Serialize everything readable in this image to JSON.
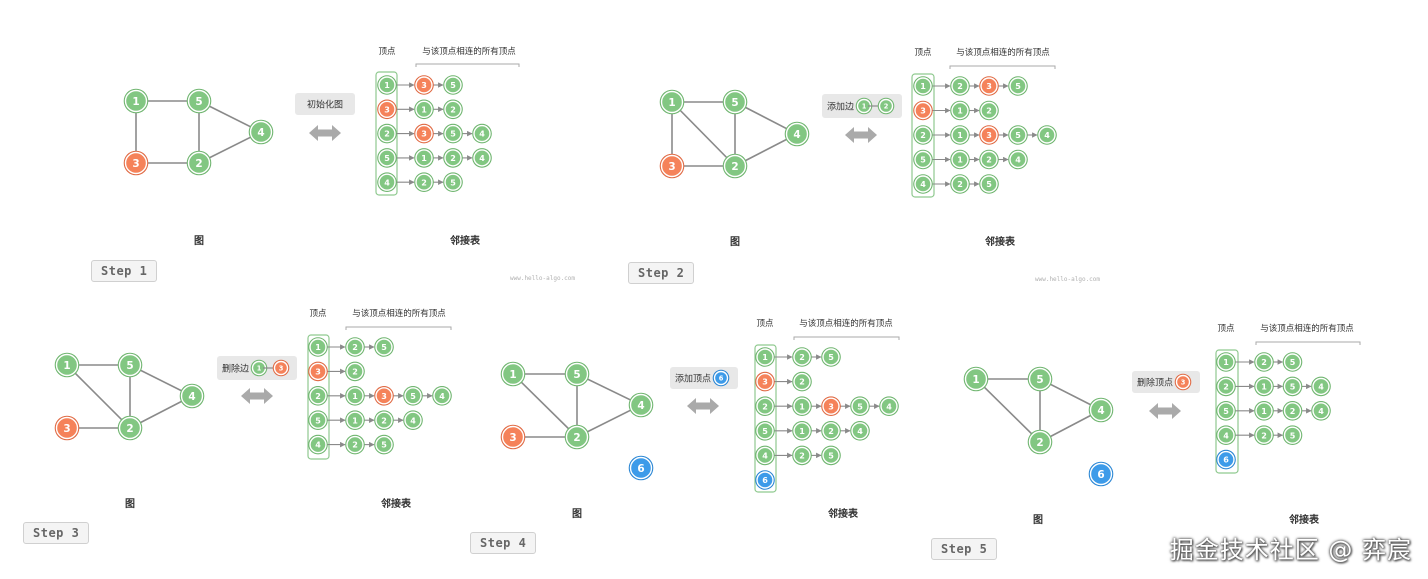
{
  "labels": {
    "vertex_header": "顶点",
    "neighbors_header": "与该顶点相连的所有顶点",
    "graph_caption": "图",
    "adj_caption": "邻接表",
    "watermark": "www.hello-algo.com"
  },
  "steps": [
    {
      "step_label": "Step 1",
      "op_text": "初始化图",
      "op_nodes": [],
      "graph": {
        "nodes": [
          {
            "id": "1",
            "color": "green"
          },
          {
            "id": "5",
            "color": "green"
          },
          {
            "id": "4",
            "color": "green"
          },
          {
            "id": "3",
            "color": "orange"
          },
          {
            "id": "2",
            "color": "green"
          }
        ],
        "edges": [
          [
            "1",
            "5"
          ],
          [
            "1",
            "3"
          ],
          [
            "5",
            "2"
          ],
          [
            "5",
            "4"
          ],
          [
            "3",
            "2"
          ],
          [
            "2",
            "4"
          ]
        ]
      },
      "adjacency": [
        {
          "vertex": "1",
          "color": "green",
          "neighbors": [
            {
              "id": "3",
              "color": "orange"
            },
            {
              "id": "5",
              "color": "green"
            }
          ]
        },
        {
          "vertex": "3",
          "color": "orange",
          "neighbors": [
            {
              "id": "1",
              "color": "green"
            },
            {
              "id": "2",
              "color": "green"
            }
          ]
        },
        {
          "vertex": "2",
          "color": "green",
          "neighbors": [
            {
              "id": "3",
              "color": "orange"
            },
            {
              "id": "5",
              "color": "green"
            },
            {
              "id": "4",
              "color": "green"
            }
          ]
        },
        {
          "vertex": "5",
          "color": "green",
          "neighbors": [
            {
              "id": "1",
              "color": "green"
            },
            {
              "id": "2",
              "color": "green"
            },
            {
              "id": "4",
              "color": "green"
            }
          ]
        },
        {
          "vertex": "4",
          "color": "green",
          "neighbors": [
            {
              "id": "2",
              "color": "green"
            },
            {
              "id": "5",
              "color": "green"
            }
          ]
        }
      ]
    },
    {
      "step_label": "Step 2",
      "op_text": "添加边",
      "op_nodes": [
        {
          "id": "1",
          "color": "green"
        },
        {
          "id": "2",
          "color": "green"
        }
      ],
      "graph": {
        "nodes": [
          {
            "id": "1",
            "color": "green"
          },
          {
            "id": "5",
            "color": "green"
          },
          {
            "id": "4",
            "color": "green"
          },
          {
            "id": "3",
            "color": "orange"
          },
          {
            "id": "2",
            "color": "green"
          }
        ],
        "edges": [
          [
            "1",
            "5"
          ],
          [
            "1",
            "3"
          ],
          [
            "1",
            "2"
          ],
          [
            "5",
            "2"
          ],
          [
            "5",
            "4"
          ],
          [
            "3",
            "2"
          ],
          [
            "2",
            "4"
          ]
        ]
      },
      "adjacency": [
        {
          "vertex": "1",
          "color": "green",
          "neighbors": [
            {
              "id": "2",
              "color": "green"
            },
            {
              "id": "3",
              "color": "orange"
            },
            {
              "id": "5",
              "color": "green"
            }
          ]
        },
        {
          "vertex": "3",
          "color": "orange",
          "neighbors": [
            {
              "id": "1",
              "color": "green"
            },
            {
              "id": "2",
              "color": "green"
            }
          ]
        },
        {
          "vertex": "2",
          "color": "green",
          "neighbors": [
            {
              "id": "1",
              "color": "green"
            },
            {
              "id": "3",
              "color": "orange"
            },
            {
              "id": "5",
              "color": "green"
            },
            {
              "id": "4",
              "color": "green"
            }
          ]
        },
        {
          "vertex": "5",
          "color": "green",
          "neighbors": [
            {
              "id": "1",
              "color": "green"
            },
            {
              "id": "2",
              "color": "green"
            },
            {
              "id": "4",
              "color": "green"
            }
          ]
        },
        {
          "vertex": "4",
          "color": "green",
          "neighbors": [
            {
              "id": "2",
              "color": "green"
            },
            {
              "id": "5",
              "color": "green"
            }
          ]
        }
      ]
    },
    {
      "step_label": "Step 3",
      "op_text": "删除边",
      "op_nodes": [
        {
          "id": "1",
          "color": "green"
        },
        {
          "id": "3",
          "color": "orange"
        }
      ],
      "graph": {
        "nodes": [
          {
            "id": "1",
            "color": "green"
          },
          {
            "id": "5",
            "color": "green"
          },
          {
            "id": "4",
            "color": "green"
          },
          {
            "id": "3",
            "color": "orange"
          },
          {
            "id": "2",
            "color": "green"
          }
        ],
        "edges": [
          [
            "1",
            "5"
          ],
          [
            "1",
            "2"
          ],
          [
            "5",
            "2"
          ],
          [
            "5",
            "4"
          ],
          [
            "3",
            "2"
          ],
          [
            "2",
            "4"
          ]
        ]
      },
      "adjacency": [
        {
          "vertex": "1",
          "color": "green",
          "neighbors": [
            {
              "id": "2",
              "color": "green"
            },
            {
              "id": "5",
              "color": "green"
            }
          ]
        },
        {
          "vertex": "3",
          "color": "orange",
          "neighbors": [
            {
              "id": "2",
              "color": "green"
            }
          ]
        },
        {
          "vertex": "2",
          "color": "green",
          "neighbors": [
            {
              "id": "1",
              "color": "green"
            },
            {
              "id": "3",
              "color": "orange"
            },
            {
              "id": "5",
              "color": "green"
            },
            {
              "id": "4",
              "color": "green"
            }
          ]
        },
        {
          "vertex": "5",
          "color": "green",
          "neighbors": [
            {
              "id": "1",
              "color": "green"
            },
            {
              "id": "2",
              "color": "green"
            },
            {
              "id": "4",
              "color": "green"
            }
          ]
        },
        {
          "vertex": "4",
          "color": "green",
          "neighbors": [
            {
              "id": "2",
              "color": "green"
            },
            {
              "id": "5",
              "color": "green"
            }
          ]
        }
      ]
    },
    {
      "step_label": "Step 4",
      "op_text": "添加顶点",
      "op_nodes": [
        {
          "id": "6",
          "color": "blue"
        }
      ],
      "graph": {
        "nodes": [
          {
            "id": "1",
            "color": "green"
          },
          {
            "id": "5",
            "color": "green"
          },
          {
            "id": "4",
            "color": "green"
          },
          {
            "id": "3",
            "color": "orange"
          },
          {
            "id": "2",
            "color": "green"
          },
          {
            "id": "6",
            "color": "blue"
          }
        ],
        "edges": [
          [
            "1",
            "5"
          ],
          [
            "1",
            "2"
          ],
          [
            "5",
            "2"
          ],
          [
            "5",
            "4"
          ],
          [
            "3",
            "2"
          ],
          [
            "2",
            "4"
          ]
        ]
      },
      "adjacency": [
        {
          "vertex": "1",
          "color": "green",
          "neighbors": [
            {
              "id": "2",
              "color": "green"
            },
            {
              "id": "5",
              "color": "green"
            }
          ]
        },
        {
          "vertex": "3",
          "color": "orange",
          "neighbors": [
            {
              "id": "2",
              "color": "green"
            }
          ]
        },
        {
          "vertex": "2",
          "color": "green",
          "neighbors": [
            {
              "id": "1",
              "color": "green"
            },
            {
              "id": "3",
              "color": "orange"
            },
            {
              "id": "5",
              "color": "green"
            },
            {
              "id": "4",
              "color": "green"
            }
          ]
        },
        {
          "vertex": "5",
          "color": "green",
          "neighbors": [
            {
              "id": "1",
              "color": "green"
            },
            {
              "id": "2",
              "color": "green"
            },
            {
              "id": "4",
              "color": "green"
            }
          ]
        },
        {
          "vertex": "4",
          "color": "green",
          "neighbors": [
            {
              "id": "2",
              "color": "green"
            },
            {
              "id": "5",
              "color": "green"
            }
          ]
        },
        {
          "vertex": "6",
          "color": "blue",
          "neighbors": []
        }
      ]
    },
    {
      "step_label": "Step 5",
      "op_text": "删除顶点",
      "op_nodes": [
        {
          "id": "3",
          "color": "orange"
        }
      ],
      "graph": {
        "nodes": [
          {
            "id": "1",
            "color": "green"
          },
          {
            "id": "5",
            "color": "green"
          },
          {
            "id": "4",
            "color": "green"
          },
          {
            "id": "2",
            "color": "green"
          },
          {
            "id": "6",
            "color": "blue"
          }
        ],
        "edges": [
          [
            "1",
            "5"
          ],
          [
            "1",
            "2"
          ],
          [
            "5",
            "2"
          ],
          [
            "5",
            "4"
          ],
          [
            "2",
            "4"
          ]
        ]
      },
      "adjacency": [
        {
          "vertex": "1",
          "color": "green",
          "neighbors": [
            {
              "id": "2",
              "color": "green"
            },
            {
              "id": "5",
              "color": "green"
            }
          ]
        },
        {
          "vertex": "2",
          "color": "green",
          "neighbors": [
            {
              "id": "1",
              "color": "green"
            },
            {
              "id": "5",
              "color": "green"
            },
            {
              "id": "4",
              "color": "green"
            }
          ]
        },
        {
          "vertex": "5",
          "color": "green",
          "neighbors": [
            {
              "id": "1",
              "color": "green"
            },
            {
              "id": "2",
              "color": "green"
            },
            {
              "id": "4",
              "color": "green"
            }
          ]
        },
        {
          "vertex": "4",
          "color": "green",
          "neighbors": [
            {
              "id": "2",
              "color": "green"
            },
            {
              "id": "5",
              "color": "green"
            }
          ]
        },
        {
          "vertex": "6",
          "color": "blue",
          "neighbors": []
        }
      ]
    }
  ],
  "brand": "掘金技术社区 @ 弈宸",
  "colors": {
    "green_fill": "#82c782",
    "green_stroke": "#ffffff",
    "green_ring": "#6fb56f",
    "orange_fill": "#f5825a",
    "orange_ring": "#e06a44",
    "blue_fill": "#3d9be9",
    "blue_ring": "#2a86d4",
    "edge": "#8a8a8a",
    "arrow": "#aaaaaa",
    "op_box": "#e8e8e8",
    "column_border": "#8fc98f"
  }
}
